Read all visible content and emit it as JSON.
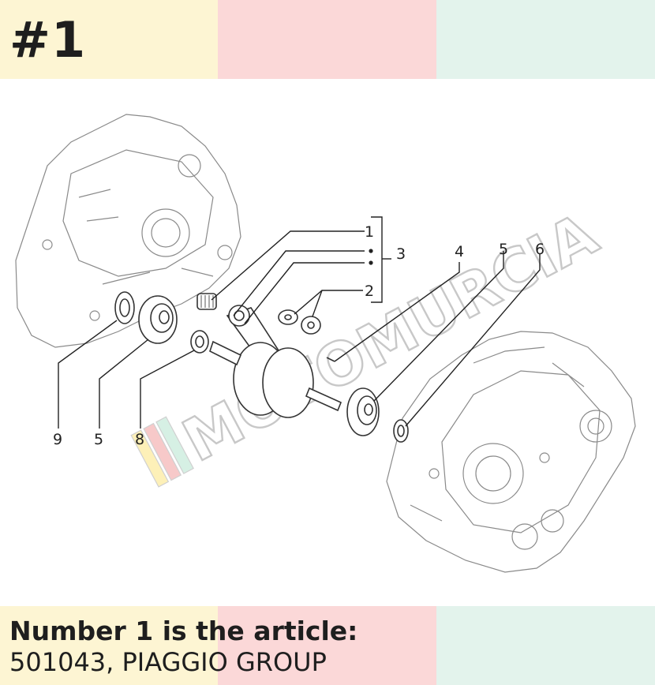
{
  "header": {
    "badge": "#1"
  },
  "watermark": "MOTOMURCIA",
  "callouts": [
    "1",
    "2",
    "3",
    "4",
    "5",
    "6",
    "9",
    "5",
    "8"
  ],
  "caption": {
    "title": "Number 1 is the article:",
    "subtitle": "501043, PIAGGIO GROUP"
  },
  "colors": {
    "yellow": "#fdf5d3",
    "pink": "#fbd8d8",
    "mint": "#e3f3ec"
  }
}
